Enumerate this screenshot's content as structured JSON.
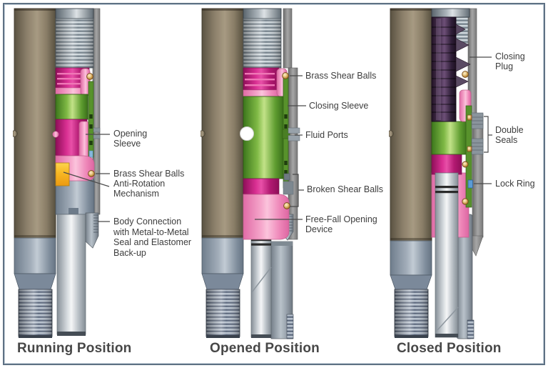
{
  "figure": {
    "panels": [
      {
        "caption": "Running Position",
        "labels": {
          "opening_sleeve": [
            "Opening",
            "Sleeve"
          ],
          "brass_shear_balls": [
            "Brass Shear Balls"
          ],
          "anti_rotation": [
            "Anti-Rotation",
            "Mechanism"
          ],
          "body_connection": [
            "Body Connection",
            "with Metal-to-Metal",
            "Seal and Elastomer",
            "Back-up"
          ]
        }
      },
      {
        "caption": "Opened Position",
        "labels": {
          "brass_shear_balls": [
            "Brass Shear Balls"
          ],
          "closing_sleeve": [
            "Closing Sleeve"
          ],
          "fluid_ports": [
            "Fluid Ports"
          ],
          "broken_shear_balls": [
            "Broken Shear Balls"
          ],
          "free_fall": [
            "Free-Fall Opening",
            "Device"
          ]
        }
      },
      {
        "caption": "Closed Position",
        "labels": {
          "closing_plug": [
            "Closing",
            "Plug"
          ],
          "double_seals": [
            "Double",
            "Seals"
          ],
          "lock_ring": [
            "Lock Ring"
          ]
        }
      }
    ],
    "colors": {
      "magenta": "#c0207d",
      "pink": "#f6a8cc",
      "green": "#5f9d30",
      "yellow": "#f7b723",
      "brass": "#c2913f",
      "purple_plug": "#31203a",
      "lock_ring_blue": "#5b9bd5",
      "body_brown": "#8b7f6a",
      "frame_border": "#5e7184",
      "label_text": "#3d3d3d"
    }
  }
}
